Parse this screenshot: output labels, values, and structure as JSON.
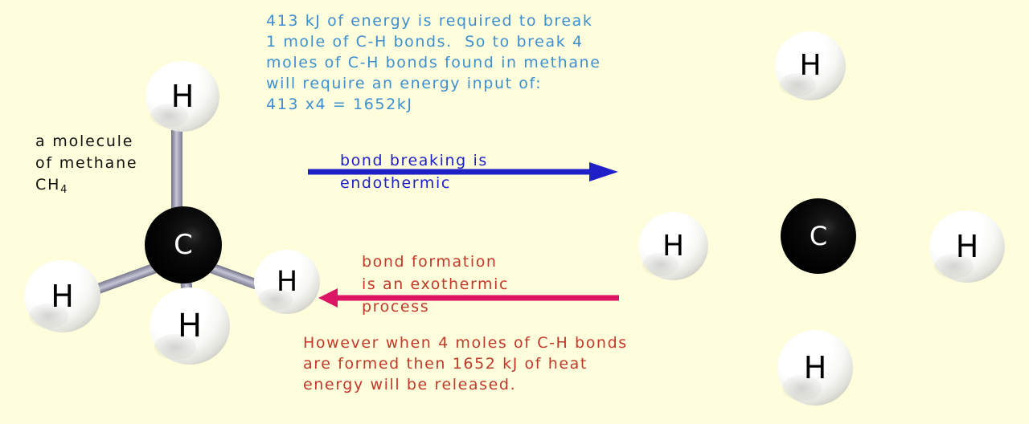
{
  "background_color": "#fefedc",
  "molecule": {
    "caption_lines": [
      "a molecule",
      "of methane"
    ],
    "formula_main": "CH",
    "formula_sub": "4",
    "carbon_label": "C",
    "hydrogen_label": "H",
    "carbon_color": "#000000",
    "hydrogen_color": "#ffffff",
    "bond_color": "#9f9fb4"
  },
  "notes": {
    "endothermic_note_color": "#3d8fd1",
    "endothermic_note_lines": [
      "413 kJ of energy is required to break",
      "1 mole of C-H bonds.  So to break 4",
      "moles of C-H bonds found in methane",
      "will require an energy input of:",
      "413 x4 = 1652kJ"
    ],
    "exothermic_note_color": "#c0392b",
    "exothermic_note_lines": [
      "However when 4 moles of C-H bonds",
      "are formed then 1652 kJ of heat",
      "energy will be released."
    ]
  },
  "arrows": {
    "forward": {
      "label_lines": [
        "bond breaking is",
        "endothermic"
      ],
      "color": "#2020c8",
      "direction": "right"
    },
    "reverse": {
      "label_lines": [
        "bond formation",
        "is an exothermic",
        "process"
      ],
      "label_color": "#c0392b",
      "color": "#dd1565",
      "direction": "left"
    }
  },
  "products": {
    "carbon_label": "C",
    "hydrogen_label": "H",
    "hydrogen_count": 4
  }
}
